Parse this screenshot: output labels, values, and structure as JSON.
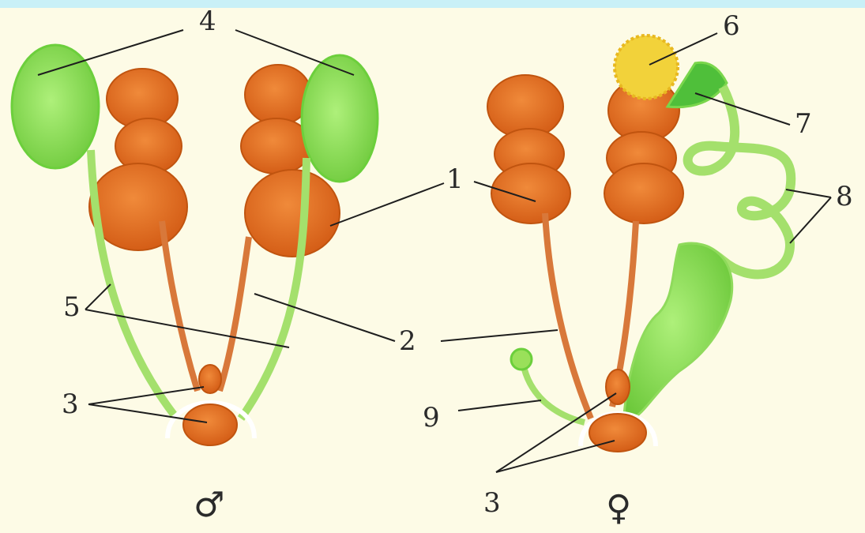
{
  "labels": {
    "l1": "1",
    "l2": "2",
    "l3_male": "3",
    "l3_female": "3",
    "l4": "4",
    "l5": "5",
    "l6": "6",
    "l7": "7",
    "l8": "8",
    "l9": "9"
  },
  "symbols": {
    "male": "♂",
    "female": "♀"
  },
  "colors": {
    "background": "#fdfbe6",
    "kidney": "#e06a1f",
    "green_organ": "#9ae05a",
    "ovary": "#f2d23a",
    "leader_line": "#1e1e1e"
  }
}
